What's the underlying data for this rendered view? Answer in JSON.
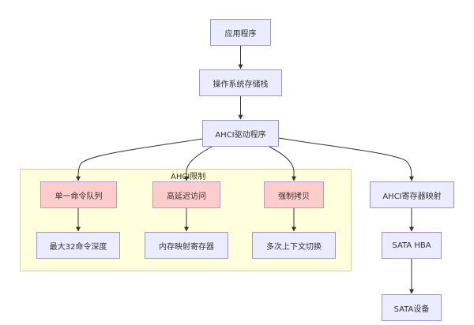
{
  "diagram": {
    "type": "flowchart",
    "nodes": {
      "app": "应用程序",
      "os_stack": "操作系统存储栈",
      "ahci_driver": "AHCI驱动程序",
      "single_queue": "单一命令队列",
      "high_latency": "高延迟访问",
      "forced_copy": "强制拷贝",
      "max_depth": "最大32命令深度",
      "mmio_regs": "内存映射寄存器",
      "ctx_switch": "多次上下文切换",
      "ahci_reg_map": "AHCI寄存器映射",
      "sata_hba": "SATA HBA",
      "sata_device": "SATA设备"
    },
    "cluster": {
      "label": "AHCI限制"
    },
    "edges": [
      [
        "app",
        "os_stack"
      ],
      [
        "os_stack",
        "ahci_driver"
      ],
      [
        "ahci_driver",
        "single_queue"
      ],
      [
        "ahci_driver",
        "high_latency"
      ],
      [
        "ahci_driver",
        "forced_copy"
      ],
      [
        "ahci_driver",
        "ahci_reg_map"
      ],
      [
        "single_queue",
        "max_depth"
      ],
      [
        "high_latency",
        "mmio_regs"
      ],
      [
        "forced_copy",
        "ctx_switch"
      ],
      [
        "ahci_reg_map",
        "sata_hba"
      ],
      [
        "sata_hba",
        "sata_device"
      ]
    ],
    "colors": {
      "node_fill": "#ececff",
      "node_border": "#9f95d6",
      "limit_fill": "#ffcccc",
      "cluster_fill": "#ffffde",
      "cluster_border": "#d4d49a",
      "edge": "#333333"
    }
  }
}
